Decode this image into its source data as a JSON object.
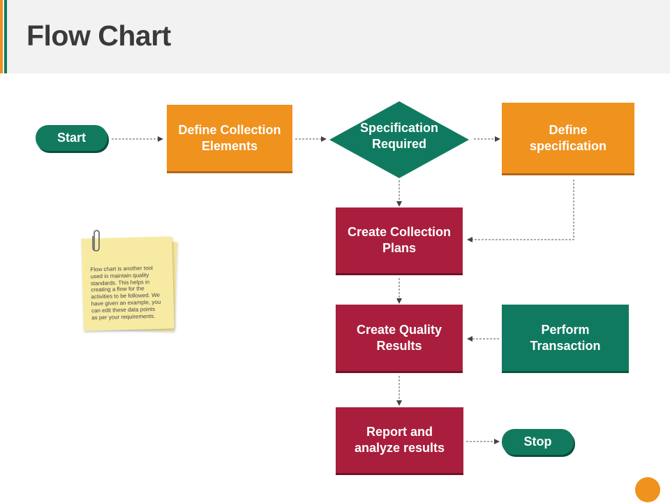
{
  "title": "Flow Chart",
  "nodes": {
    "start": "Start",
    "define_collection_elements": "Define Collection\nElements",
    "specification_required": "Specification\nRequired",
    "define_specification": "Define\nspecification",
    "create_collection_plans": "Create Collection\nPlans",
    "create_quality_results": "Create Quality\nResults",
    "perform_transaction": "Perform\nTransaction",
    "report_and_analyze": "Report and\nanalyze results",
    "stop": "Stop"
  },
  "note": {
    "text": "Flow chart is another tool\nused in maintain quality\nstandards.  This helps in\ncreating a flow for the\nactivities to be followed. We\nhave given an example, you\ncan edit these data points\nas per your requirements."
  },
  "colors": {
    "orange": "#f0921e",
    "crimson": "#a91e3c",
    "green": "#0f7a5f",
    "note_yellow": "#f7eba4"
  }
}
